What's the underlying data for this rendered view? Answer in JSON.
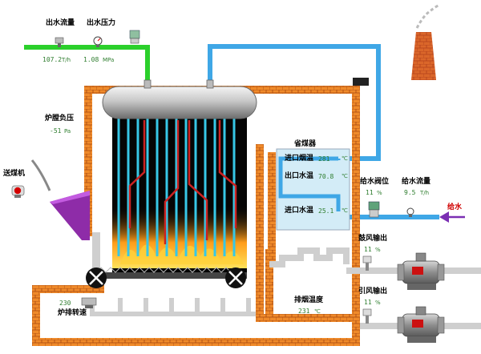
{
  "outlet_flow": {
    "label": "出水流量",
    "value": "107.2",
    "unit": "T/h"
  },
  "outlet_pressure": {
    "label": "出水压力",
    "value": "1.08",
    "unit": "MPa"
  },
  "furnace_pressure": {
    "label": "炉膛负压",
    "value": "-51",
    "unit": "Pa"
  },
  "coal_feeder": {
    "label": "送煤机"
  },
  "economizer": {
    "title": "省煤器",
    "rows": [
      {
        "label": "进口烟温",
        "value": "281",
        "unit": "℃"
      },
      {
        "label": "出口水温",
        "value": "70.8",
        "unit": "℃"
      },
      {
        "label": "进口水温",
        "value": "25.1",
        "unit": "℃"
      }
    ]
  },
  "feed_valve": {
    "label": "给水阀位",
    "value": "11",
    "unit": "%"
  },
  "feed_flow": {
    "label": "给水流量",
    "value": "9.5",
    "unit": "T/h"
  },
  "feed_water": {
    "label": "给水"
  },
  "blower_output": {
    "label": "鼓风输出",
    "value": "11",
    "unit": "%"
  },
  "induced_output": {
    "label": "引风输出",
    "value": "11",
    "unit": "%"
  },
  "exhaust_temp": {
    "label": "排烟温度",
    "value": "231",
    "unit": "℃"
  },
  "grate_speed": {
    "label": "炉排转速",
    "value": "230"
  },
  "colors": {
    "brick": "#e87722",
    "steam_pipe": "#2bd02b",
    "water_pipe": "#3fa7e6",
    "flue": "#cfcfcf"
  }
}
